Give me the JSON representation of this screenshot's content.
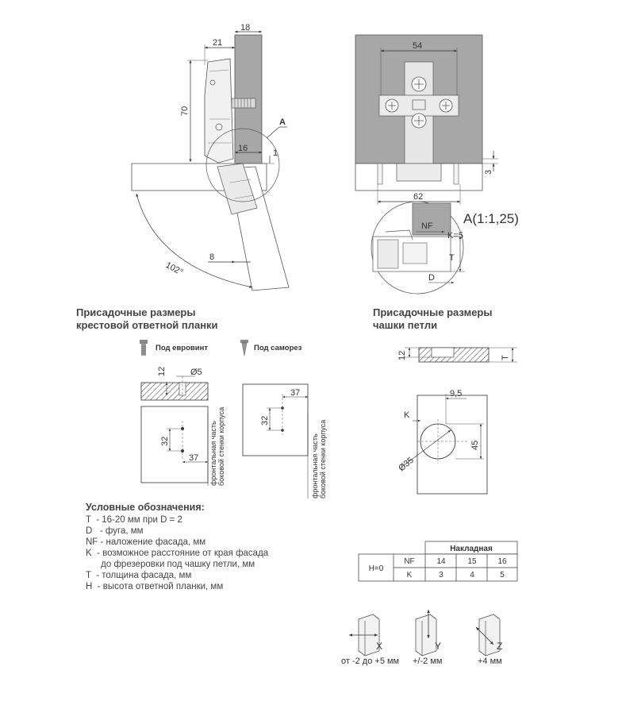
{
  "hinge_side": {
    "dims": {
      "d18": "18",
      "d21": "21",
      "d70": "70",
      "d16": "16",
      "d1": "1",
      "d8": "8",
      "angle": "102°"
    },
    "detail_marker": "A"
  },
  "hinge_front": {
    "dims": {
      "d54": "54",
      "d62": "62",
      "d3": "3"
    }
  },
  "detail_a": {
    "title": "A(1:1,25)",
    "labels": {
      "nf": "NF",
      "k": "K=5",
      "t": "T",
      "d": "D"
    }
  },
  "plate_section": {
    "title_line1": "Присадочные размеры",
    "title_line2": "крестовой ответной планки",
    "euro_label": "Под евровинт",
    "screw_label": "Под саморез",
    "dims": {
      "d12": "12",
      "d5": "Ø5",
      "d32a": "32",
      "d37a": "37",
      "d32b": "32",
      "d37b": "37"
    },
    "side_note_line1": "фронтальная часть",
    "side_note_line2": "боковой стенки корпуса"
  },
  "cup_section": {
    "title_line1": "Присадочные размеры",
    "title_line2": "чашки петли",
    "dims": {
      "d12": "12",
      "t": "T",
      "d95": "9,5",
      "k": "K",
      "d45": "45",
      "d35": "Ø35"
    }
  },
  "legend": {
    "title": "Условные обозначения:",
    "items": [
      "T  - 16-20 мм при D = 2",
      "D   - фуга, мм",
      "NF - наложение фасада, мм",
      "K  - возможное расстояние от края фасада",
      "      до фрезеровки под чашку петли, мм",
      "T  - толщина фасада, мм",
      "H  - высота ответной планки, мм"
    ]
  },
  "table": {
    "group_header": "Накладная",
    "row_header": "H=0",
    "rows": [
      {
        "label": "NF",
        "values": [
          "14",
          "15",
          "16"
        ]
      },
      {
        "label": "K",
        "values": [
          "3",
          "4",
          "5"
        ]
      }
    ]
  },
  "adjust": [
    {
      "axis": "X",
      "range": "от -2 до +5 мм"
    },
    {
      "axis": "Y",
      "range": "+/-2 мм"
    },
    {
      "axis": "Z",
      "range": "+4 мм"
    }
  ]
}
